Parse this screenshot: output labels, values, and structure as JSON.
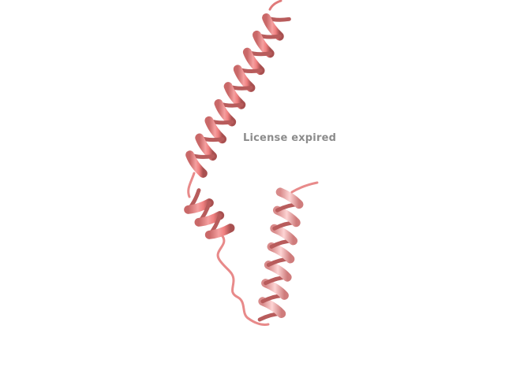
{
  "viewer": {
    "watermark_text": "License expired"
  },
  "structure": {
    "representation": "cartoon",
    "color": "#f08080",
    "shade_color": "#b85c5c",
    "highlight_color": "#fbd0d0",
    "loop_color": "#e88a8a",
    "helix_count": 3
  }
}
